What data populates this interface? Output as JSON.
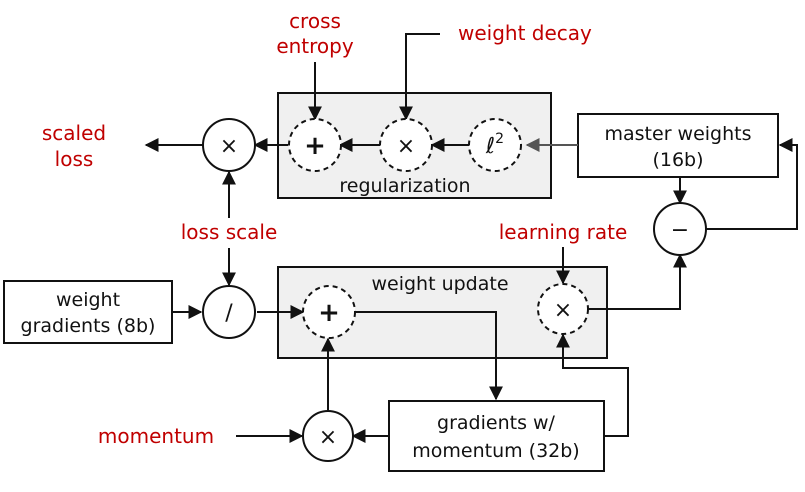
{
  "labels": {
    "cross_entropy_1": "cross",
    "cross_entropy_2": "entropy",
    "weight_decay": "weight decay",
    "scaled_loss_1": "scaled",
    "scaled_loss_2": "loss",
    "loss_scale": "loss scale",
    "learning_rate": "learning rate",
    "momentum": "momentum"
  },
  "regions": {
    "regularization": "regularization",
    "weight_update": "weight update"
  },
  "boxes": {
    "master_weights_1": "master weights",
    "master_weights_2": "(16b)",
    "weight_gradients_1": "weight",
    "weight_gradients_2": "gradients (8b)",
    "grad_momentum_1": "gradients w/",
    "grad_momentum_2": "momentum (32b)"
  },
  "operators": {
    "multiply": "×",
    "plus": "+",
    "l2": "ℓ",
    "l2_exp": "2",
    "divide": "/",
    "minus": "−"
  },
  "colors": {
    "label_red": "#c00000",
    "region_fill": "#f0f0f0",
    "line": "#111111"
  }
}
